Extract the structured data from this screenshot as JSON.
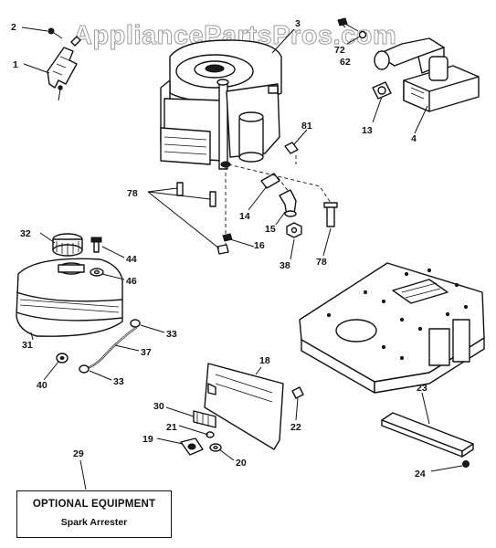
{
  "watermark": "AppliancePartsPros.com",
  "optional_box": {
    "title": "OPTIONAL EQUIPMENT",
    "subtitle": "Spark Arrester"
  },
  "callouts": {
    "c1": "1",
    "c2": "2",
    "c3": "3",
    "c4": "4",
    "c13": "13",
    "c14": "14",
    "c15": "15",
    "c16": "16",
    "c18": "18",
    "c19": "19",
    "c20": "20",
    "c21": "21",
    "c22": "22",
    "c23": "23",
    "c24": "24",
    "c29": "29",
    "c30": "30",
    "c31": "31",
    "c32": "32",
    "c33a": "33",
    "c33b": "33",
    "c37": "37",
    "c38": "38",
    "c40": "40",
    "c44": "44",
    "c46": "46",
    "c62": "62",
    "c72": "72",
    "c78a": "78",
    "c78b": "78",
    "c81": "81"
  }
}
